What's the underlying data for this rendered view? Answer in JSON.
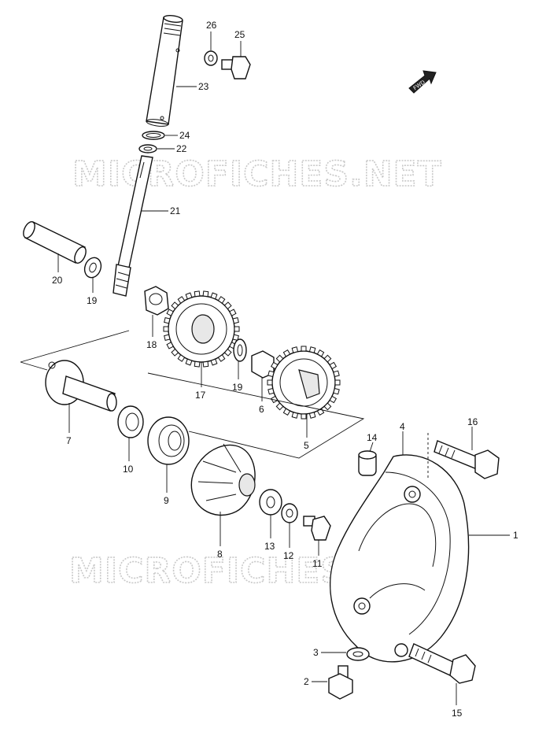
{
  "watermark": "MICROFICHES.NET",
  "direction_tag": "FWD",
  "callouts": [
    {
      "id": "c26",
      "number": "26"
    },
    {
      "id": "c25",
      "number": "25"
    },
    {
      "id": "c23",
      "number": "23"
    },
    {
      "id": "c24",
      "number": "24"
    },
    {
      "id": "c22",
      "number": "22"
    },
    {
      "id": "c21",
      "number": "21"
    },
    {
      "id": "c20",
      "number": "20"
    },
    {
      "id": "c19a",
      "number": "19"
    },
    {
      "id": "c18",
      "number": "18"
    },
    {
      "id": "c17",
      "number": "17"
    },
    {
      "id": "c19b",
      "number": "19"
    },
    {
      "id": "c6",
      "number": "6"
    },
    {
      "id": "c5",
      "number": "5"
    },
    {
      "id": "c7",
      "number": "7"
    },
    {
      "id": "c10",
      "number": "10"
    },
    {
      "id": "c9",
      "number": "9"
    },
    {
      "id": "c8",
      "number": "8"
    },
    {
      "id": "c13",
      "number": "13"
    },
    {
      "id": "c12",
      "number": "12"
    },
    {
      "id": "c11",
      "number": "11"
    },
    {
      "id": "c14",
      "number": "14"
    },
    {
      "id": "c4",
      "number": "4"
    },
    {
      "id": "c16",
      "number": "16"
    },
    {
      "id": "c1",
      "number": "1"
    },
    {
      "id": "c3",
      "number": "3"
    },
    {
      "id": "c2",
      "number": "2"
    },
    {
      "id": "c15",
      "number": "15"
    }
  ]
}
